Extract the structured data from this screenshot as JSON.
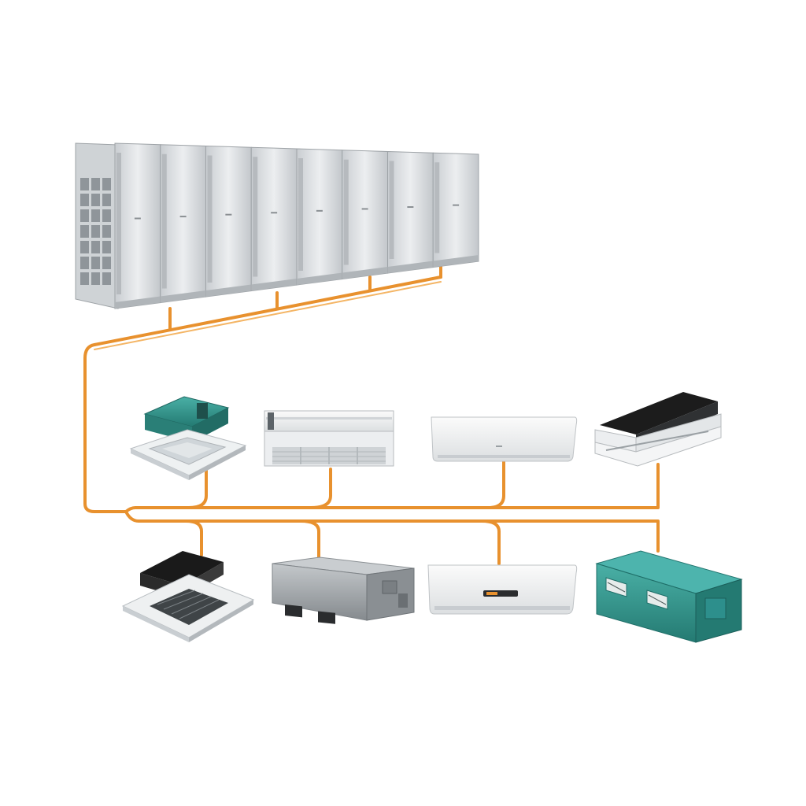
{
  "diagram": {
    "colors": {
      "pipe": "#e8912e",
      "pipe_highlight": "#f4b565",
      "unit_silver": "#d9dcdf",
      "unit_silver_dark": "#a9aeb3",
      "unit_white": "#f3f4f4",
      "cassette_teal": "#2f8f86",
      "duct_teal": "#2d8f8c",
      "duct_grey": "#9ea3a6",
      "panel_dark": "#1c1c1c"
    },
    "outdoor_units": {
      "count": 8,
      "icon": "outdoor-condensing-unit-icon"
    },
    "indoor_units": [
      {
        "id": "cassette-four-way-teal",
        "icon": "ceiling-cassette-icon"
      },
      {
        "id": "ceiling-floor-console",
        "icon": "ceiling-floor-unit-icon"
      },
      {
        "id": "wall-split-top-1",
        "icon": "wall-split-unit-icon"
      },
      {
        "id": "cassette-one-way-black",
        "icon": "one-way-cassette-icon"
      },
      {
        "id": "cassette-four-way-black",
        "icon": "ceiling-cassette-icon"
      },
      {
        "id": "duct-unit-grey",
        "icon": "ducted-unit-icon"
      },
      {
        "id": "wall-split-bottom",
        "icon": "wall-split-unit-icon"
      },
      {
        "id": "duct-unit-teal",
        "icon": "ducted-unit-icon"
      }
    ]
  }
}
